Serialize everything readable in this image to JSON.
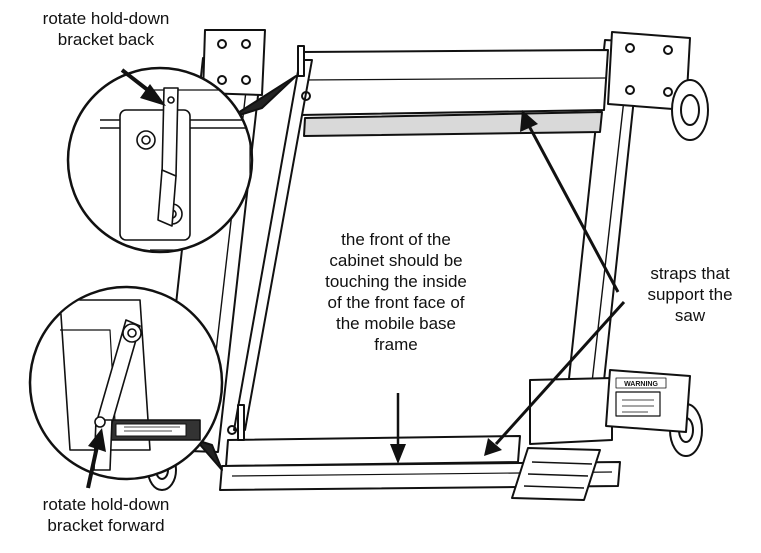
{
  "labels": {
    "rotate_back": [
      "rotate hold-down",
      "bracket back"
    ],
    "cabinet_front": [
      "the front of the",
      "cabinet should be",
      "touching the inside",
      "of the front face of",
      "the mobile base",
      "frame"
    ],
    "straps": [
      "straps that",
      "support the",
      "saw"
    ],
    "rotate_forward": [
      "rotate hold-down",
      "bracket forward"
    ]
  },
  "warning_tag": "WARNING",
  "colors": {
    "line": "#111111",
    "fill": "#ffffff",
    "shade": "#d9d9d9",
    "dark": "#333333"
  }
}
